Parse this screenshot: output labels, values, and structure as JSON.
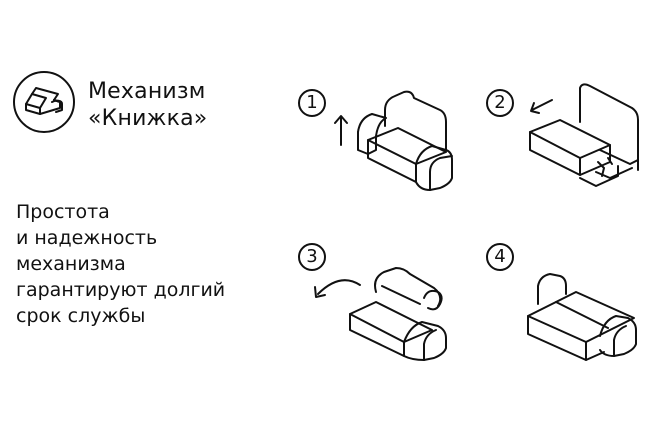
{
  "header": {
    "title_line1": "Механизм",
    "title_line2": "«Книжка»"
  },
  "description": {
    "lines": [
      "Простота",
      "и надежность",
      "механизма",
      "гарантируют долгий",
      "срок службы"
    ]
  },
  "steps": [
    {
      "number": "1"
    },
    {
      "number": "2"
    },
    {
      "number": "3"
    },
    {
      "number": "4"
    }
  ]
}
